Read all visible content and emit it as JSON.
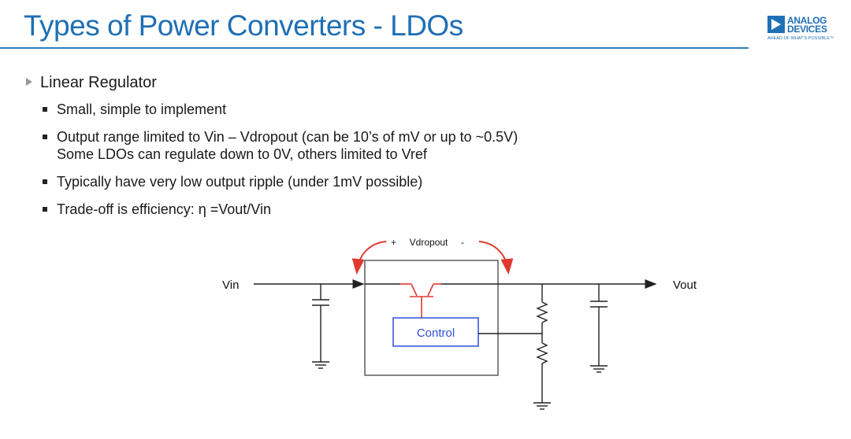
{
  "slide": {
    "title": "Types of Power Converters - LDOs",
    "logo": {
      "line1": "ANALOG",
      "line2": "DEVICES",
      "tagline": "AHEAD OF WHAT'S POSSIBLE™"
    },
    "heading": "Linear Regulator",
    "bullets": [
      {
        "text": "Small, simple to implement",
        "text2": ""
      },
      {
        "text": "Output range limited to Vin – Vdropout (can be 10’s of mV or up to ~0.5V)",
        "text2": "Some LDOs can regulate down to 0V, others limited to Vref"
      },
      {
        "text": "Typically have very low output ripple (under 1mV possible)",
        "text2": ""
      },
      {
        "text": "Trade-off is efficiency:  η =Vout/Vin",
        "text2": ""
      }
    ]
  },
  "circuit": {
    "vin_label": "Vin",
    "vout_label": "Vout",
    "dropout_label": "+     Vdropout     -",
    "control_label": "Control",
    "colors": {
      "wire": "#222222",
      "accent": "#e03a2f",
      "control": "#2f4fd8"
    }
  }
}
